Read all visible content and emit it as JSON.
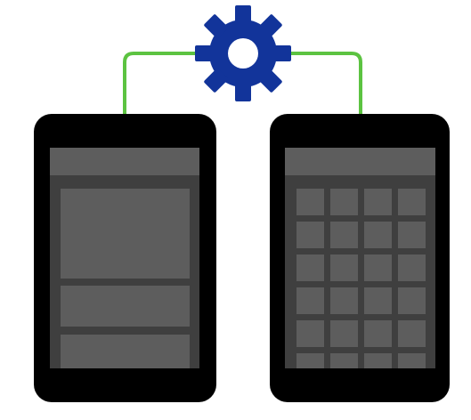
{
  "diagram": {
    "connector_color": "#5cc341",
    "gear_color": "#12349a",
    "gear_hole_color": "#ffffff",
    "device_body_color": "#000000",
    "screen_bg_color": "#3f3f3f",
    "screen_bar_color": "#5d5d5d",
    "tile_color": "#5d5d5d",
    "gear_icon": "gear-icon",
    "left_device": {
      "layout": "list",
      "blocks": 3
    },
    "right_device": {
      "layout": "grid",
      "columns": 4,
      "rows": 6
    }
  }
}
